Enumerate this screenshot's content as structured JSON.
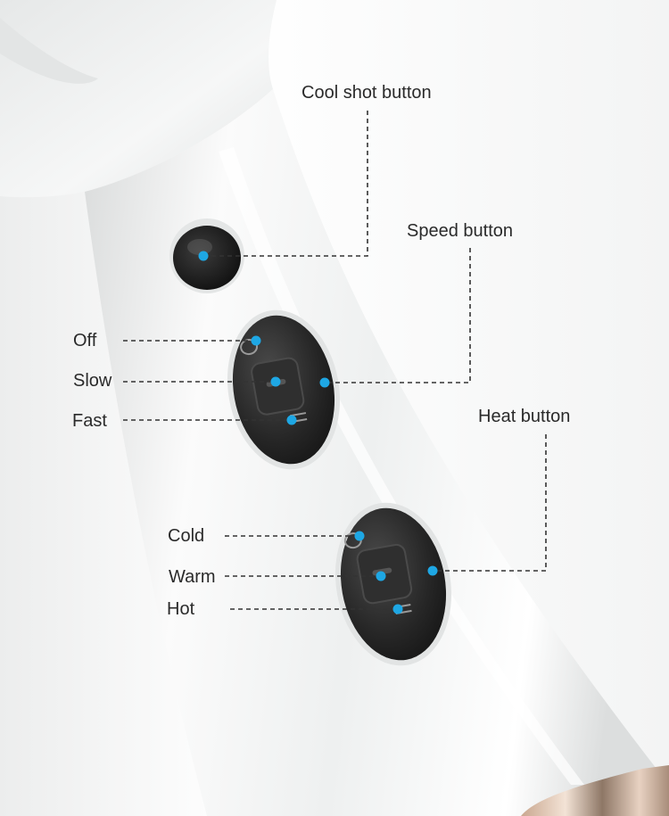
{
  "colors": {
    "marker_dot": "#1ea7e4",
    "leader_line": "#333333",
    "body_white": "#f2f3f3",
    "button_dark": "#262626",
    "label_text": "#2a2a2a"
  },
  "labels": {
    "cool_shot_button": "Cool shot button",
    "speed_button": "Speed button",
    "off": "Off",
    "slow": "Slow",
    "fast": "Fast",
    "heat_button": "Heat button",
    "cold": "Cold",
    "warm": "Warm",
    "hot": "Hot"
  }
}
